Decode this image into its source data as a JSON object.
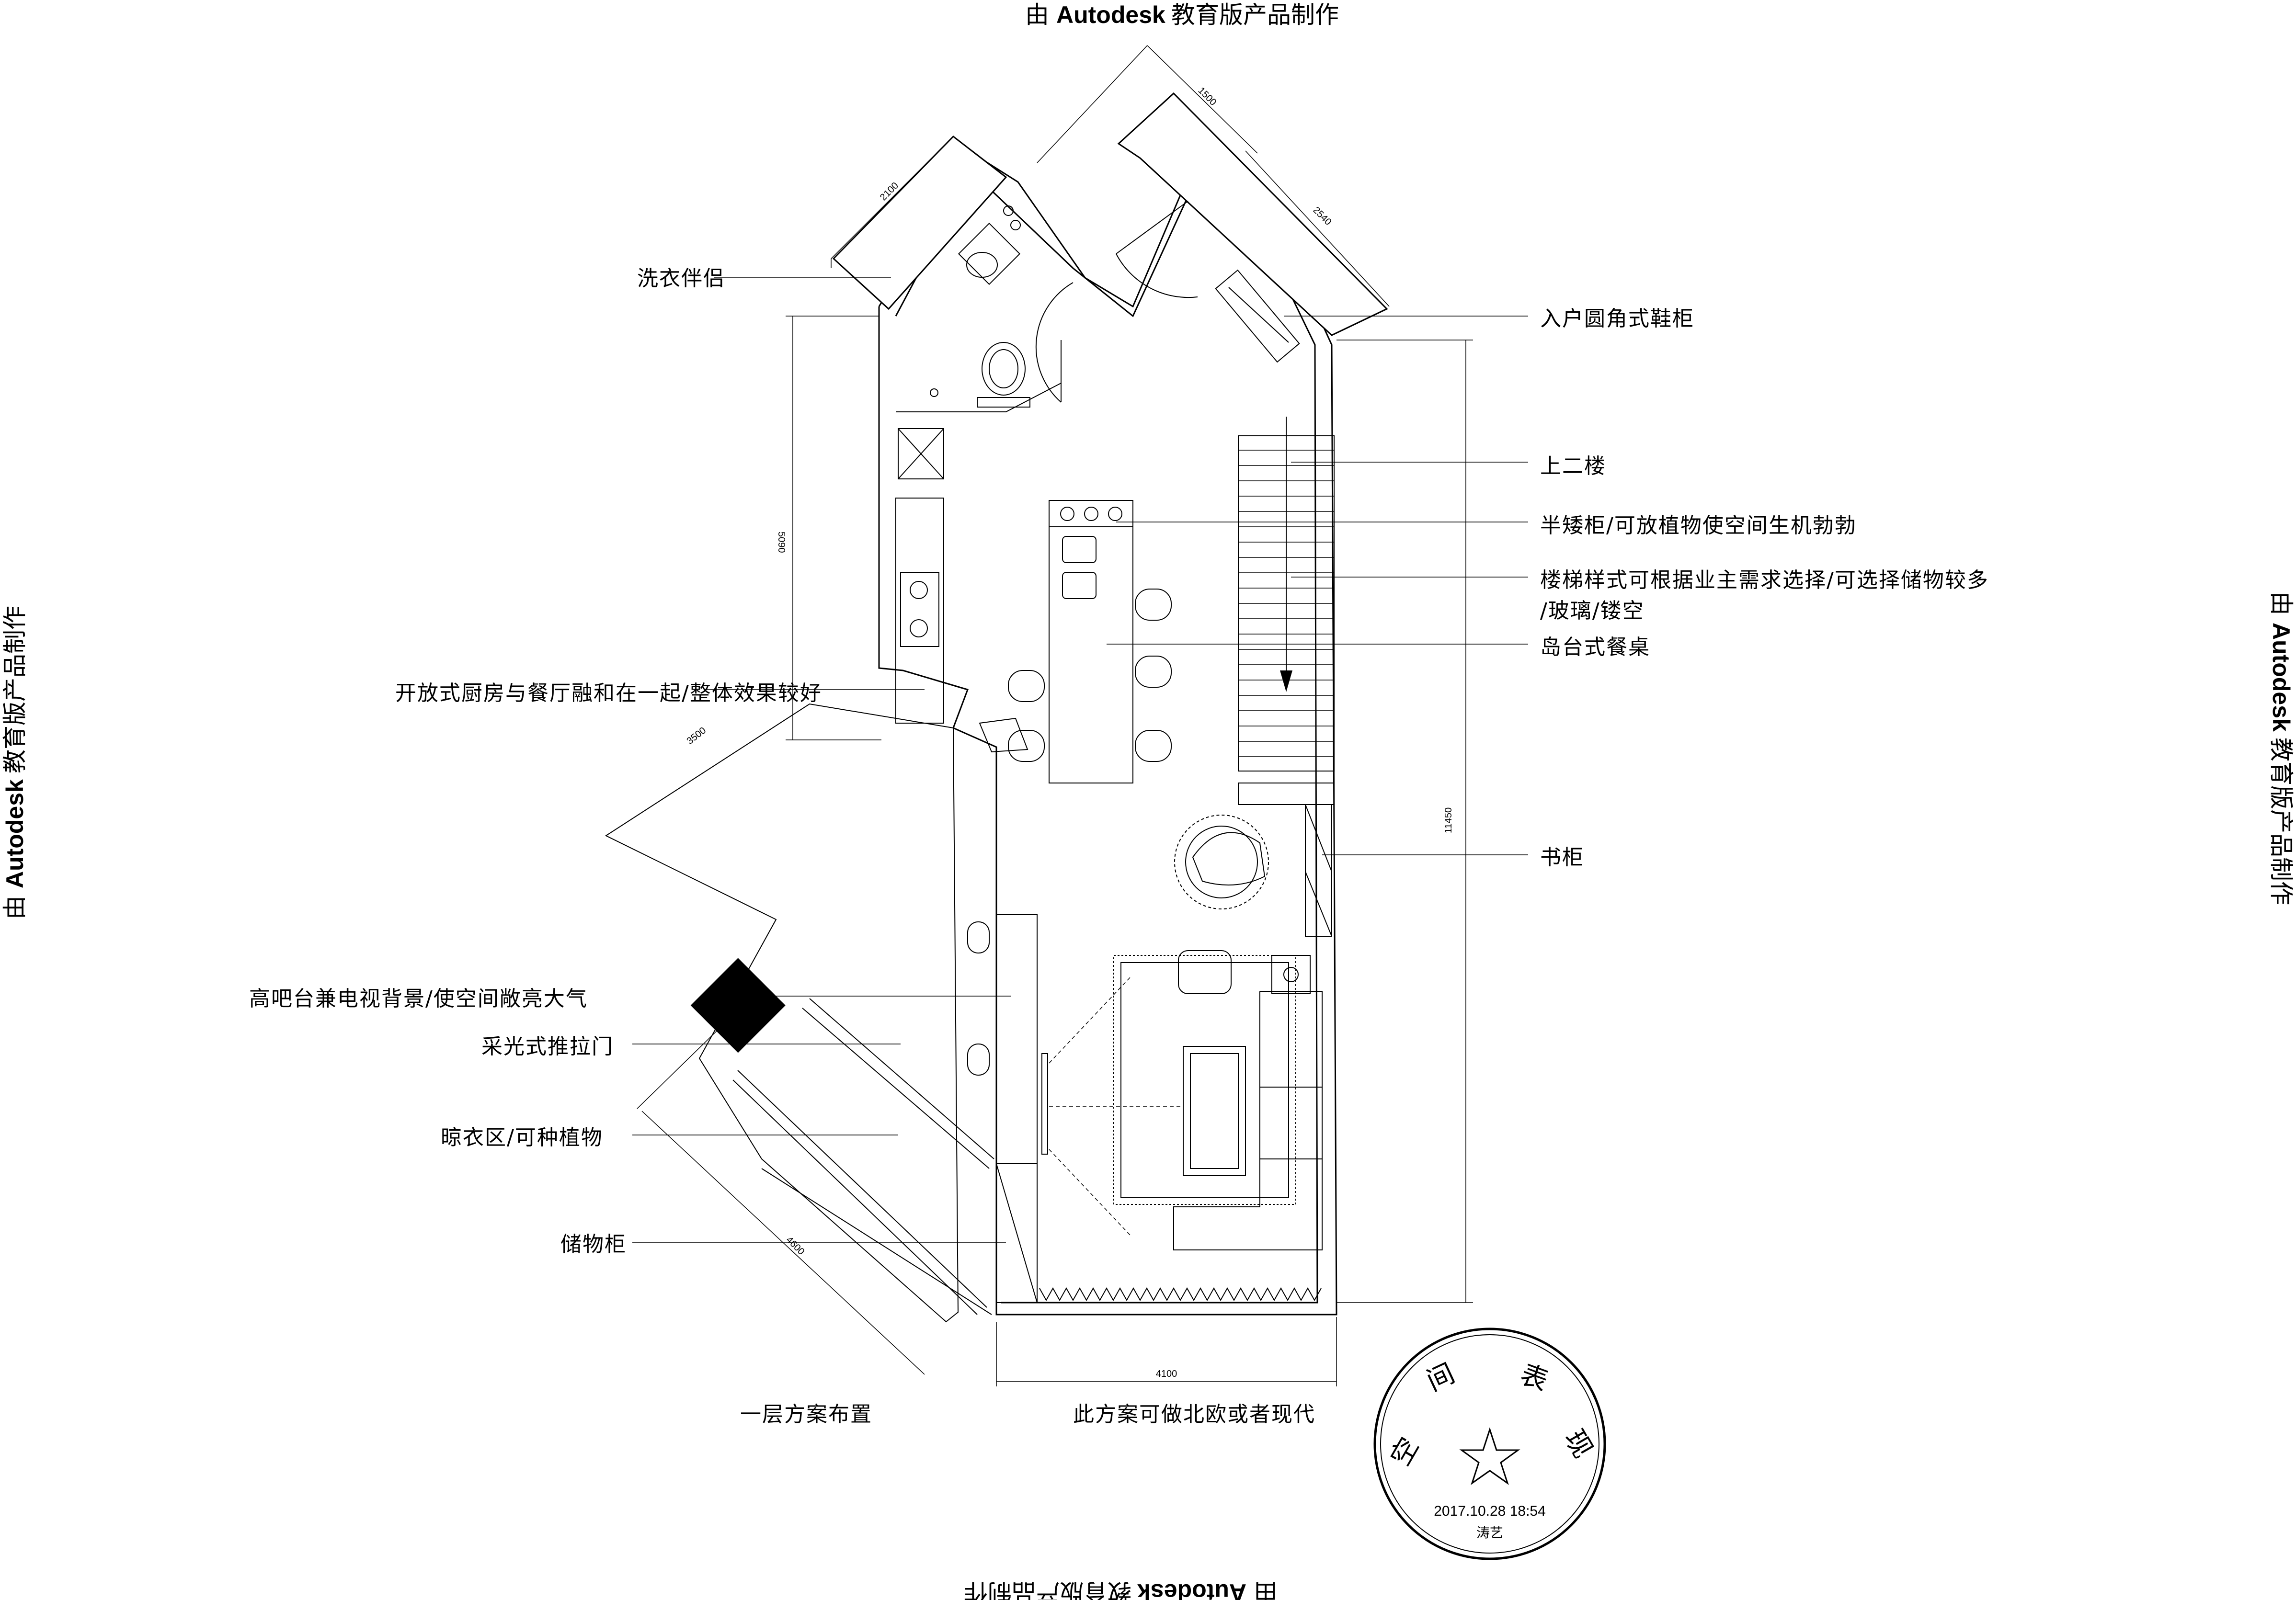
{
  "watermark": {
    "prefix": "由",
    "brand": "Autodesk",
    "suffix": "教育版产品制作"
  },
  "labels": {
    "laundry": "洗衣伴侣",
    "shoe_cabinet": "入户圆角式鞋柜",
    "upstairs": "上二楼",
    "half_cabinet": "半矮柜/可放植物使空间生机勃勃",
    "stair_style_1": "楼梯样式可根据业主需求选择/可选择储物较多",
    "stair_style_2": "/玻璃/镂空",
    "island_table": "岛台式餐桌",
    "open_kitchen": "开放式厨房与餐厅融和在一起/整体效果较好",
    "bookcase": "书柜",
    "bar_counter": "高吧台兼电视背景/使空间敞亮大气",
    "sliding_door": "采光式推拉门",
    "drying_area": "晾衣区/可种植物",
    "storage": "储物柜",
    "floor_plan_title": "一层方案布置",
    "style_note": "此方案可做北欧或者现代"
  },
  "dimensions": {
    "d1500": "1500",
    "d2100": "2100",
    "d2540": "2540",
    "d5090": "5090",
    "d3500": "3500",
    "d11450": "11450",
    "d4600": "4600",
    "d4100": "4100"
  },
  "stamp": {
    "top": "空间表现",
    "date": "2017.10.28 18:54",
    "name": "涛艺"
  }
}
